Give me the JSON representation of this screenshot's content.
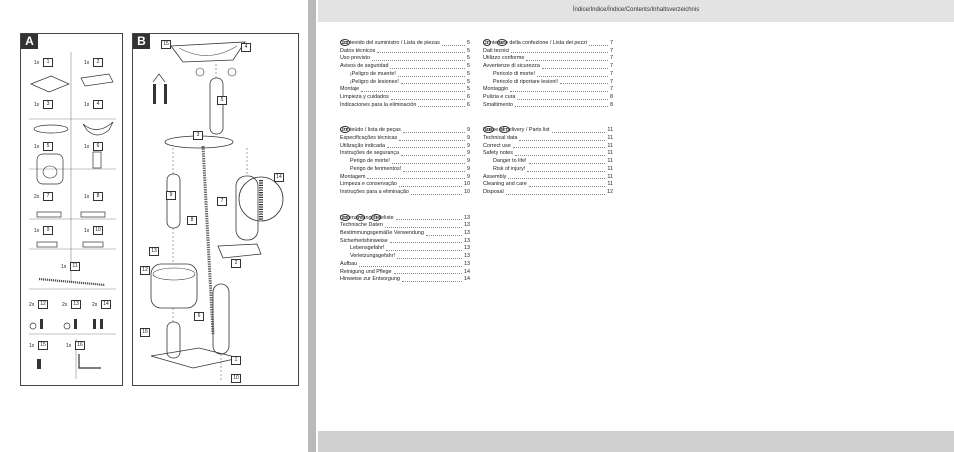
{
  "header": {
    "title": "Índice/Indice/Índice/Contents/Inhaltsverzeichnis"
  },
  "panels": {
    "a_label": "A",
    "b_label": "B",
    "a_quantities": [
      "1x",
      "1x",
      "1x",
      "1x",
      "1x",
      "1x",
      "2x",
      "1x",
      "1x",
      "1x",
      "1x",
      "2x",
      "2x",
      "2x",
      "1x",
      "1x"
    ],
    "a_tags": [
      "1",
      "2",
      "3",
      "4",
      "5",
      "6",
      "7",
      "8",
      "9",
      "10",
      "11",
      "12",
      "13",
      "14",
      "15",
      "16"
    ],
    "b_tags": [
      "15",
      "4",
      "5",
      "3",
      "14",
      "9",
      "7",
      "8",
      "13",
      "2",
      "12",
      "6",
      "16",
      "1",
      "10"
    ]
  },
  "toc": {
    "es": {
      "langs": [
        "ES"
      ],
      "items": [
        {
          "t": "Contenido del suministro / Lista de piezas",
          "p": "5"
        },
        {
          "t": "Datos técnicos",
          "p": "5"
        },
        {
          "t": "Uso previsto",
          "p": "5"
        },
        {
          "t": "Avisos de seguridad",
          "p": "5"
        },
        {
          "t": "¡Peligro de muerte!",
          "p": "5",
          "ind": true
        },
        {
          "t": "¡Peligro de lesiones!",
          "p": "5",
          "ind": true
        },
        {
          "t": "Montaje",
          "p": "5"
        },
        {
          "t": "Limpieza y cuidados",
          "p": "6"
        },
        {
          "t": "Indicaciones para la eliminación",
          "p": "6"
        }
      ]
    },
    "pt": {
      "langs": [
        "PT"
      ],
      "items": [
        {
          "t": "Conteúdo / lista de peças",
          "p": "9"
        },
        {
          "t": "Especificações técnicas",
          "p": "9"
        },
        {
          "t": "Utilização indicada",
          "p": "9"
        },
        {
          "t": "Instruções de segurança",
          "p": "9"
        },
        {
          "t": "Perigo de morte!",
          "p": "9",
          "ind": true
        },
        {
          "t": "Perigo de ferimentos!",
          "p": "9",
          "ind": true
        },
        {
          "t": "Montagem",
          "p": "9"
        },
        {
          "t": "Limpeza e conservação",
          "p": "10"
        },
        {
          "t": "Instruções para a eliminação",
          "p": "10"
        }
      ]
    },
    "de": {
      "langs": [
        "DE",
        "AT",
        "CH"
      ],
      "items": [
        {
          "t": "Lieferumfang/Teileliste",
          "p": "13"
        },
        {
          "t": "Technische Daten",
          "p": "13"
        },
        {
          "t": "Bestimmungsgemäße Verwendung",
          "p": "13"
        },
        {
          "t": "Sicherheitshinweise",
          "p": "13"
        },
        {
          "t": "Lebensgefahr!",
          "p": "13",
          "ind": true
        },
        {
          "t": "Verletzungsgefahr!",
          "p": "13",
          "ind": true
        },
        {
          "t": "Aufbau",
          "p": "13"
        },
        {
          "t": "Reinigung und Pflege",
          "p": "14"
        },
        {
          "t": "Hinweise zur Entsorgung",
          "p": "14"
        }
      ]
    },
    "it": {
      "langs": [
        "IT",
        "MT"
      ],
      "items": [
        {
          "t": "Contenuto della confezione / Lista dei pezzi",
          "p": "7"
        },
        {
          "t": "Dati tecnici",
          "p": "7"
        },
        {
          "t": "Utilizzo conforme",
          "p": "7"
        },
        {
          "t": "Avvertenze di sicurezza",
          "p": "7"
        },
        {
          "t": "Pericolo di morte!",
          "p": "7",
          "ind": true
        },
        {
          "t": "Pericolo di riportare lesioni!",
          "p": "7",
          "ind": true
        },
        {
          "t": "Montaggio",
          "p": "7"
        },
        {
          "t": "Pulizia e cura",
          "p": "8"
        },
        {
          "t": "Smaltimento",
          "p": "8"
        }
      ]
    },
    "gb": {
      "langs": [
        "GB",
        "MT"
      ],
      "items": [
        {
          "t": "Scope of delivery / Parts list",
          "p": "11"
        },
        {
          "t": "Technical data",
          "p": "11"
        },
        {
          "t": "Correct use",
          "p": "11"
        },
        {
          "t": "Safety notes",
          "p": "11"
        },
        {
          "t": "Danger to life!",
          "p": "11",
          "ind": true
        },
        {
          "t": "Risk of injury!",
          "p": "11",
          "ind": true
        },
        {
          "t": "Assembly",
          "p": "11"
        },
        {
          "t": "Cleaning and care",
          "p": "11"
        },
        {
          "t": "Disposal",
          "p": "12"
        }
      ]
    }
  }
}
